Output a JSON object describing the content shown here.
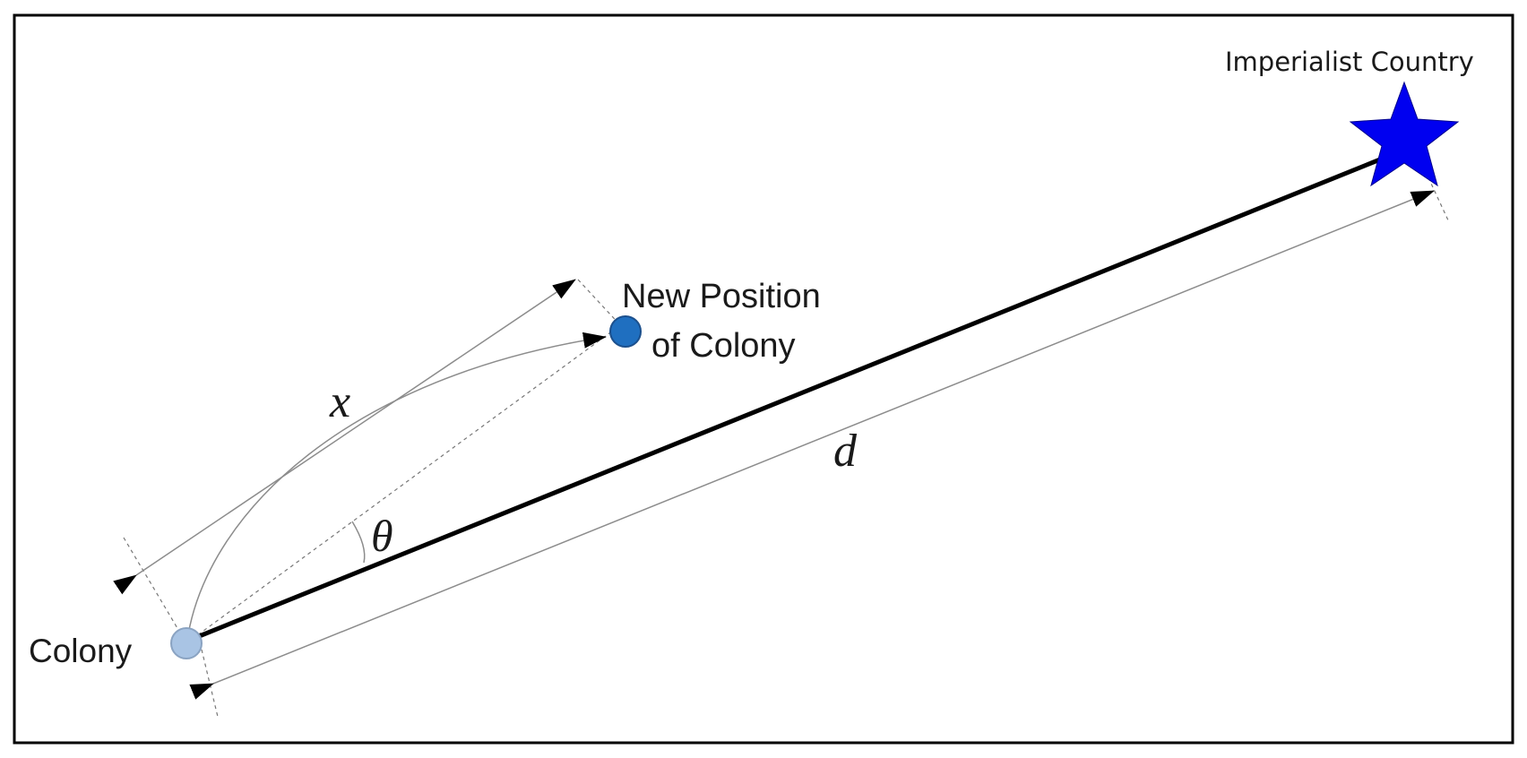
{
  "labels": {
    "imperialist": "Imperialist Country",
    "new_position_line1": "New Position",
    "new_position_line2": "of Colony",
    "colony": "Colony",
    "x_symbol": "x",
    "d_symbol": "d",
    "theta_symbol": "θ"
  },
  "colors": {
    "star": "#0000f0",
    "colony_fill": "#a9c4e4",
    "colony_stroke": "#8aa3c2",
    "new_position_fill": "#1f6fc0",
    "new_position_stroke": "#1b4f8c",
    "main_line": "#000000",
    "thin_line": "#8c8c8c",
    "frame": "#000000"
  },
  "icons": {
    "imperialist": "star-icon",
    "colony": "circle-icon",
    "new_position": "circle-icon"
  }
}
